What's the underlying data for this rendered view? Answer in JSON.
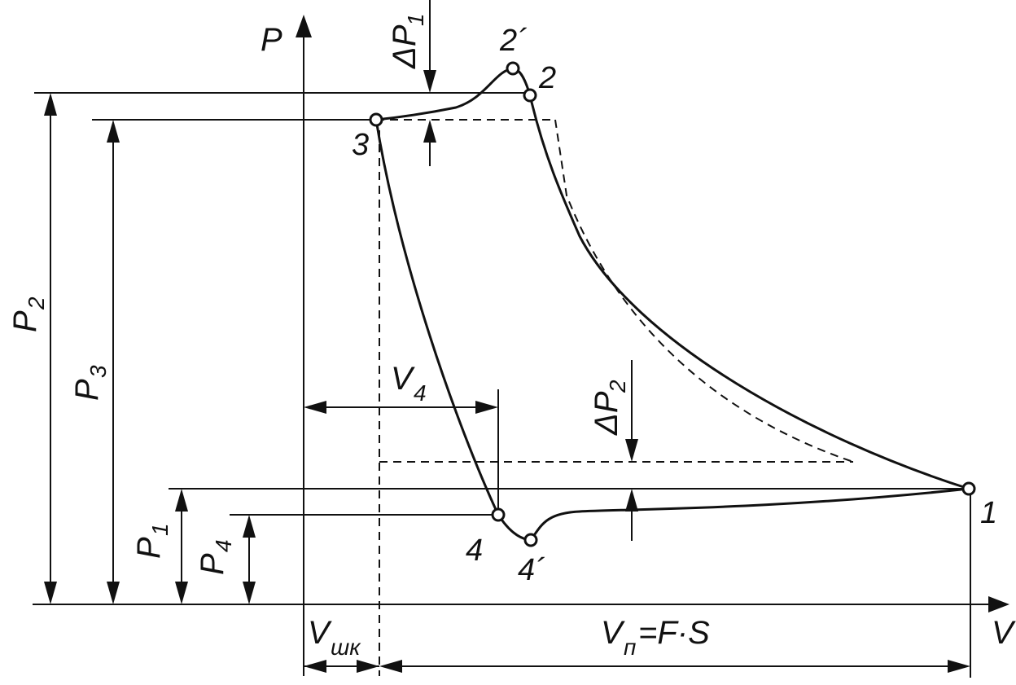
{
  "axes": {
    "p_axis": "P",
    "v_axis": "V"
  },
  "points": {
    "p1": "1",
    "p2": "2",
    "p2prime": "2´",
    "p3": "3",
    "p4": "4",
    "p4prime": "4´"
  },
  "dimensions": {
    "P2": {
      "main": "P",
      "sub": "2"
    },
    "P3": {
      "main": "P",
      "sub": "3"
    },
    "P1": {
      "main": "P",
      "sub": "1"
    },
    "P4": {
      "main": "P",
      "sub": "4"
    },
    "dP1": {
      "main": "ΔP",
      "sub": "1"
    },
    "dP2": {
      "main": "ΔP",
      "sub": "2"
    },
    "V4": {
      "main": "V",
      "sub": "4"
    },
    "Vshk": {
      "main": "V",
      "sub": "шк"
    },
    "Vp": {
      "main": "V",
      "sub": "п",
      "rest": "=F·S"
    }
  }
}
